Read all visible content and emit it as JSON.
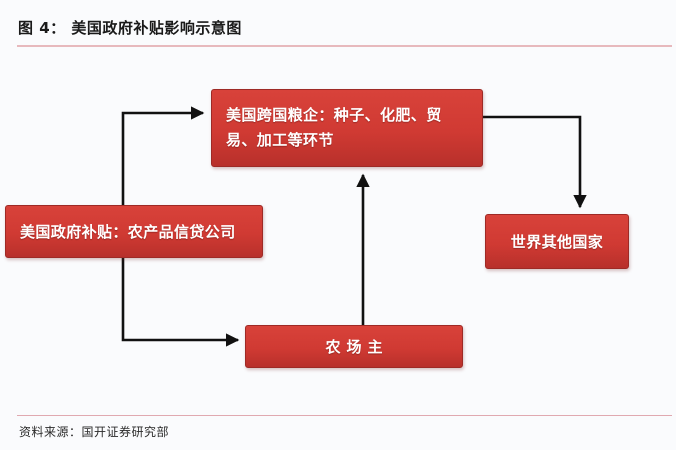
{
  "figure": {
    "title": "图 4： 美国政府补贴影响示意图",
    "source": "资料来源：国开证券研究部"
  },
  "colors": {
    "node_fill": "#d03a33",
    "node_border": "#9e2a26",
    "node_text": "#ffffff",
    "rule": "#e0a9b0",
    "connector": "#111111",
    "background": "#fafbfd"
  },
  "diagram": {
    "type": "flow",
    "nodes": [
      {
        "id": "subsidy",
        "label": "美国政府补贴：农产品信贷公司"
      },
      {
        "id": "agribusiness",
        "label": "美国跨国粮企：种子、化肥、贸易、加工等环节"
      },
      {
        "id": "farmer",
        "label": "农场主"
      },
      {
        "id": "other_countries",
        "label": "世界其他国家"
      }
    ],
    "edges": [
      {
        "from": "subsidy",
        "to": "agribusiness",
        "style": "elbow-up-right",
        "arrow": true
      },
      {
        "from": "subsidy",
        "to": "farmer",
        "style": "elbow-down-right",
        "arrow": true
      },
      {
        "from": "farmer",
        "to": "agribusiness",
        "style": "vertical-up",
        "arrow": true
      },
      {
        "from": "agribusiness",
        "to": "other_countries",
        "style": "elbow-right-down",
        "arrow": true
      }
    ]
  }
}
